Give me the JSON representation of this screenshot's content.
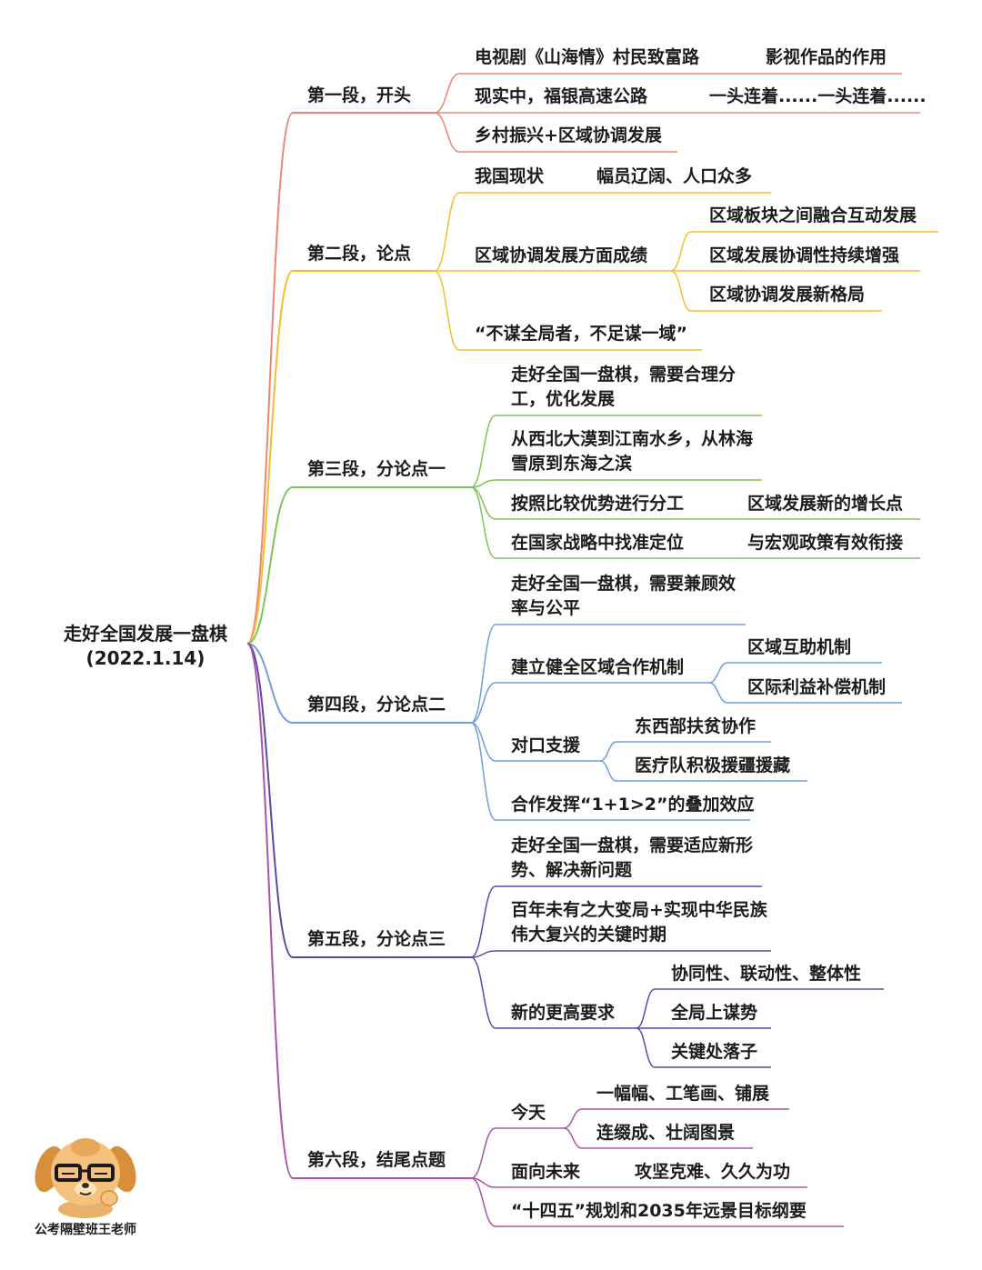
{
  "root": {
    "title": "走好全国发展一盘棋",
    "date": "(2022.1.14)"
  },
  "branches": [
    {
      "label": "第一段，开头",
      "color": "#ee8573",
      "children": [
        {
          "label": "电视剧《山海情》村民致富路",
          "children": [
            {
              "label": "影视作品的作用"
            }
          ]
        },
        {
          "label": "现实中，福银高速公路",
          "children": [
            {
              "label": "一头连着......一头连着......"
            }
          ]
        },
        {
          "label": "乡村振兴+区域协调发展"
        }
      ]
    },
    {
      "label": "第二段，论点",
      "color": "#f2bf2b",
      "children": [
        {
          "label": "我国现状",
          "children": [
            {
              "label": "幅员辽阔、人口众多"
            }
          ]
        },
        {
          "label": "区域协调发展方面成绩",
          "children": [
            {
              "label": "区域板块之间融合互动发展"
            },
            {
              "label": "区域发展协调性持续增强"
            },
            {
              "label": "区域协调发展新格局"
            }
          ]
        },
        {
          "label": "“不谋全局者，不足谋一域”"
        }
      ]
    },
    {
      "label": "第三段，分论点一",
      "color": "#7dc45a",
      "children": [
        {
          "label": "走好全国一盘棋，需要合理分工，优化发展"
        },
        {
          "label": "从西北大漠到江南水乡，从林海雪原到东海之滨"
        },
        {
          "label": "按照比较优势进行分工",
          "children": [
            {
              "label": "区域发展新的增长点"
            }
          ]
        },
        {
          "label": "在国家战略中找准定位",
          "children": [
            {
              "label": "与宏观政策有效衔接"
            }
          ]
        }
      ]
    },
    {
      "label": "第四段，分论点二",
      "color": "#6f9fd8",
      "children": [
        {
          "label": "走好全国一盘棋，需要兼顾效率与公平"
        },
        {
          "label": "建立健全区域合作机制",
          "children": [
            {
              "label": "区域互助机制"
            },
            {
              "label": "区际利益补偿机制"
            }
          ]
        },
        {
          "label": "对口支援",
          "children": [
            {
              "label": "东西部扶贫协作"
            },
            {
              "label": "医疗队积极援疆援藏"
            }
          ]
        },
        {
          "label": "合作发挥“1+1>2”的叠加效应"
        }
      ]
    },
    {
      "label": "第五段，分论点三",
      "color": "#5a4aa8",
      "children": [
        {
          "label": "走好全国一盘棋，需要适应新形势、解决新问题"
        },
        {
          "label": "百年未有之大变局+实现中华民族伟大复兴的关键时期"
        },
        {
          "label": "新的更高要求",
          "children": [
            {
              "label": "协同性、联动性、整体性"
            },
            {
              "label": "全局上谋势"
            },
            {
              "label": "关键处落子"
            }
          ]
        }
      ]
    },
    {
      "label": "第六段，结尾点题",
      "color": "#a855a8",
      "children": [
        {
          "label": "今天",
          "children": [
            {
              "label": "一幅幅、工笔画、铺展"
            },
            {
              "label": "连缀成、壮阔图景"
            }
          ]
        },
        {
          "label": "面向未来",
          "children": [
            {
              "label": "攻坚克难、久久为功"
            }
          ]
        },
        {
          "label": "“十四五”规划和2035年远景目标纲要"
        }
      ]
    }
  ],
  "footer": {
    "credit": "公考隔壁班王老师"
  },
  "icons": {
    "mascot": "dog-with-glasses-icon"
  }
}
